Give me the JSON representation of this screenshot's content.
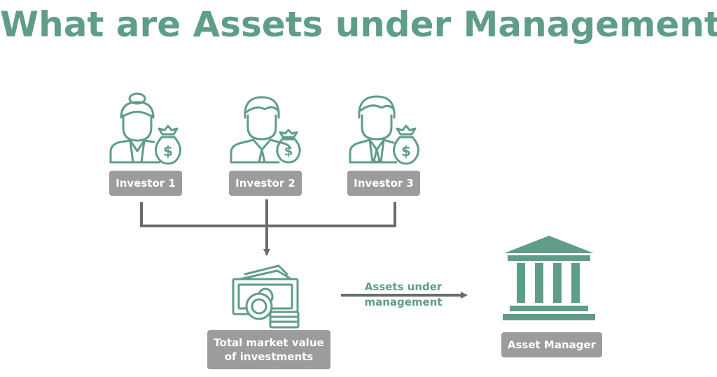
{
  "title": "What are Assets under Management?",
  "colors": {
    "accent": "#5f9e86",
    "label_bg": "#9c9c9c",
    "connector": "#6b6b6b"
  },
  "investors": [
    {
      "label": "Investor 1",
      "icon": "female-investor-with-money-bag-icon"
    },
    {
      "label": "Investor 2",
      "icon": "male-investor-with-money-bag-icon"
    },
    {
      "label": "Investor 3",
      "icon": "male-investor-suit-with-money-bag-icon"
    }
  ],
  "total": {
    "label_line1": "Total market value",
    "label_line2": "of investments",
    "icon": "cash-and-coins-icon"
  },
  "flow": {
    "label_line1": "Assets under",
    "label_line2": "management"
  },
  "manager": {
    "label": "Asset Manager",
    "icon": "bank-building-icon"
  }
}
